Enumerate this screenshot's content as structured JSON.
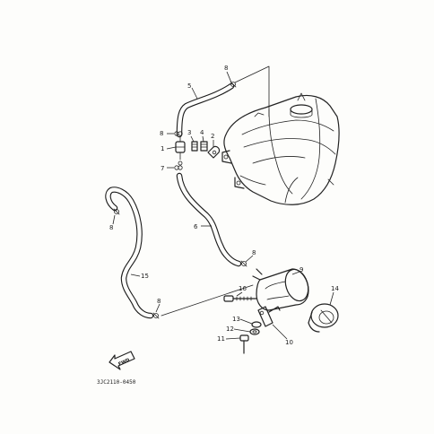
{
  "diagram": {
    "drawing_code": "3JC2110-0450",
    "direction_label": "FWD",
    "callouts": [
      "8",
      "5",
      "1",
      "3",
      "4",
      "2",
      "8",
      "7",
      "8",
      "6",
      "8",
      "9",
      "15",
      "8",
      "16",
      "14",
      "13",
      "12",
      "11",
      "10"
    ]
  }
}
